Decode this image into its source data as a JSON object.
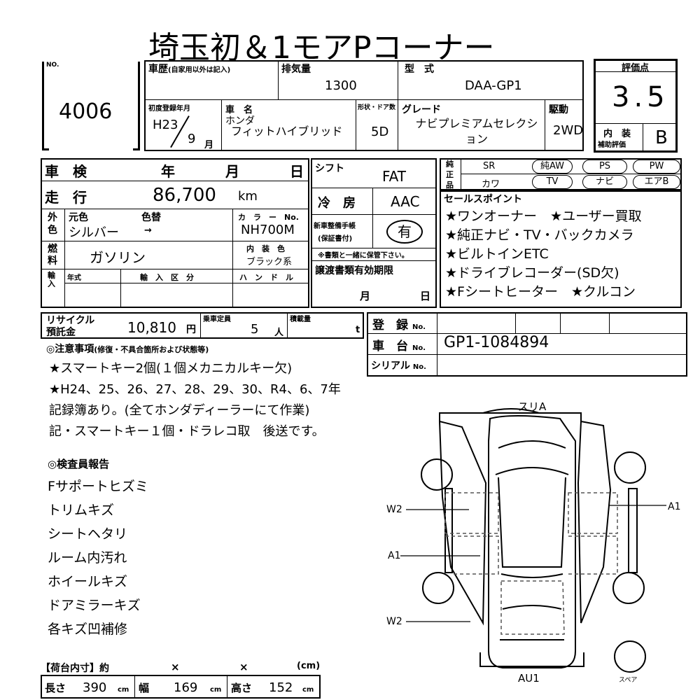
{
  "title": "埼玉初＆1モアPコーナー",
  "header": {
    "no_label": "NO.",
    "lot_no": "4006",
    "history_label": "車歴",
    "history_note": "(自家用以外は記入)",
    "displacement_label": "排気量",
    "displacement": "1300",
    "model_label": "型　式",
    "model_code": "DAA-GP1",
    "first_reg_label": "初度登録年月",
    "first_reg_era": "H23",
    "first_reg_month": "9",
    "month_unit": "月",
    "car_name_label": "車　名",
    "maker": "ホンダ",
    "car_name": "フィットハイブリッド",
    "doors_label": "形状・ドア数",
    "doors": "5D",
    "grade_label": "グレード",
    "grade": "ナビプレミアムセレクション",
    "drive_label": "駆動",
    "drive": "2WD",
    "score_label": "評価点",
    "score": "3.5",
    "interior_label": "内　装",
    "interior_sub": "補助評価",
    "interior_grade": "B"
  },
  "inspection": {
    "shaken_label": "車　検",
    "year_unit": "年",
    "month_unit": "月",
    "day_unit": "日",
    "mileage_label": "走　行",
    "mileage": "86,700",
    "mileage_unit": "km",
    "color_side": "外色",
    "orig_color_label": "元色",
    "repaint_label": "色替",
    "color": "シルバー",
    "arrow": "→",
    "color_no_label": "カ　ラ　ー　No.",
    "color_no": "NH700M",
    "fuel_side": "燃料",
    "fuel": "ガソリン",
    "interior_color_label": "内　装　色",
    "interior_color": "ブラック系",
    "import_side": "輸入",
    "import_year_label": "年式",
    "import_class_label": "輸　入　区　分",
    "handle_label": "ハ　ン　ド　ル"
  },
  "shift": {
    "shift_label": "シフト",
    "shift": "FAT",
    "ac_label": "冷　房",
    "ac": "AAC",
    "manual_label": "新車整備手帳",
    "manual_sub": "(保証書付)",
    "manual_value": "有",
    "manual_note": "※書類と一緒に保管下さい。",
    "transfer_label": "譲渡書類有効期限",
    "month_unit": "月",
    "day_unit": "日"
  },
  "equipment": {
    "side1": "純",
    "side2": "正",
    "side3": "品",
    "row1": [
      "SR",
      "純AW",
      "PS",
      "PW"
    ],
    "row2": [
      "カワ",
      "TV",
      "ナビ",
      "エアB"
    ]
  },
  "sales_points": {
    "label": "セールスポイント",
    "lines": [
      "★ワンオーナー　★ユーザー買取",
      "★純正ナビ・TV・バックカメラ",
      "★ビルトインETC",
      "★ドライブレコーダー(SD欠)",
      "★Fシートヒーター　★クルコン"
    ]
  },
  "recycle": {
    "label1": "リサイクル",
    "label2": "預託金",
    "amount": "10,810",
    "yen": "円",
    "capacity_label": "乗車定員",
    "capacity": "5",
    "person_unit": "人",
    "load_label": "積載量",
    "load_unit": "t"
  },
  "registration": {
    "reg_label": "登　録",
    "no": "No.",
    "chassis_label": "車　台",
    "chassis_no": "GP1-1084894",
    "serial_label": "シリアル"
  },
  "notes": {
    "label": "◎注意事項",
    "sub": "(修復・不具合箇所および状態等)",
    "lines": [
      "★スマートキー2個(１個メカニカルキー欠)",
      "★H24、25、26、27、28、29、30、R4、6、7年",
      "記録簿あり。(全てホンダディーラーにて作業)",
      "記・スマートキー１個・ドラレコ取　後送です。"
    ]
  },
  "inspector": {
    "label": "◎検査員報告",
    "lines": [
      "Fサポートヒズミ",
      "トリムキズ",
      "シートヘタリ",
      "ルーム内汚れ",
      "ホイールキズ",
      "ドアミラーキズ",
      "各キズ凹補修"
    ]
  },
  "cargo": {
    "label": "【荷台内寸】約",
    "x": "×",
    "unit_cm_paren": "(cm)",
    "length_label": "長さ",
    "length": "390",
    "width_label": "幅",
    "width": "169",
    "height_label": "高さ",
    "height": "152",
    "cm": "cm"
  },
  "diagram": {
    "top": "スリA",
    "left_front": "W2",
    "right_front": "A1",
    "left_mid": "A1",
    "left_rear": "W2",
    "bottom": "AU1",
    "spare": "スペア"
  }
}
